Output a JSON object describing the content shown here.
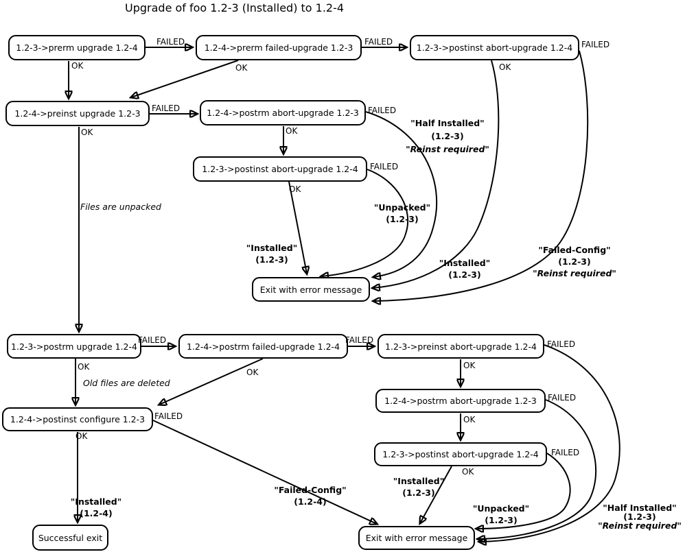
{
  "title": "Upgrade of foo 1.2-3 (Installed) to 1.2-4",
  "labels": {
    "ok": "OK",
    "failed": "FAILED"
  },
  "notes": {
    "files_unpacked": "Files are unpacked",
    "old_files_deleted": "Old files are deleted"
  },
  "nodes": {
    "prerm_upgrade": "1.2-3->prerm upgrade 1.2-4",
    "prerm_failed_upgrade": "1.2-4->prerm failed-upgrade 1.2-3",
    "postinst_abort_top": "1.2-3->postinst abort-upgrade 1.2-4",
    "preinst_upgrade": "1.2-4->preinst upgrade 1.2-3",
    "postrm_abort_mid": "1.2-4->postrm abort-upgrade 1.2-3",
    "postinst_abort_mid": "1.2-3->postinst abort-upgrade 1.2-4",
    "exit_error_1": "Exit with error message",
    "postrm_upgrade": "1.2-3->postrm upgrade 1.2-4",
    "postrm_failed_upgrade": "1.2-4->postrm failed-upgrade 1.2-4",
    "preinst_abort": "1.2-3->preinst abort-upgrade 1.2-4",
    "postrm_abort_bottom": "1.2-4->postrm abort-upgrade 1.2-3",
    "postinst_configure": "1.2-4->postinst configure 1.2-3",
    "postinst_abort_bottom": "1.2-3->postinst abort-upgrade 1.2-4",
    "successful_exit": "Successful exit",
    "exit_error_2": "Exit with error message"
  },
  "states": {
    "half_installed_top": {
      "l1": "\"Half Installed\"",
      "l2": "(1.2-3)",
      "l3": "\"Reinst required\""
    },
    "unpacked_top": {
      "l1": "\"Unpacked\"",
      "l2": "(1.2-3)"
    },
    "installed_mid": {
      "l1": "\"Installed\"",
      "l2": "(1.2-3)"
    },
    "installed_right": {
      "l1": "\"Installed\"",
      "l2": "(1.2-3)"
    },
    "failed_config_right": {
      "l1": "\"Failed-Config\"",
      "l2": "(1.2-3)",
      "l3": "\"Reinst required\""
    },
    "installed_bottom_left": {
      "l1": "\"Installed\"",
      "l2": "(1.2-4)"
    },
    "failed_config_bottom": {
      "l1": "\"Failed-Config\"",
      "l2": "(1.2-4)"
    },
    "installed_bottom": {
      "l1": "\"Installed\"",
      "l2": "(1.2-3)"
    },
    "unpacked_bottom": {
      "l1": "\"Unpacked\"",
      "l2": "(1.2-3)"
    },
    "half_installed_bottom": {
      "l1": "\"Half Installed\"",
      "l2": "(1.2-3)",
      "l3": "\"Reinst required\""
    }
  }
}
